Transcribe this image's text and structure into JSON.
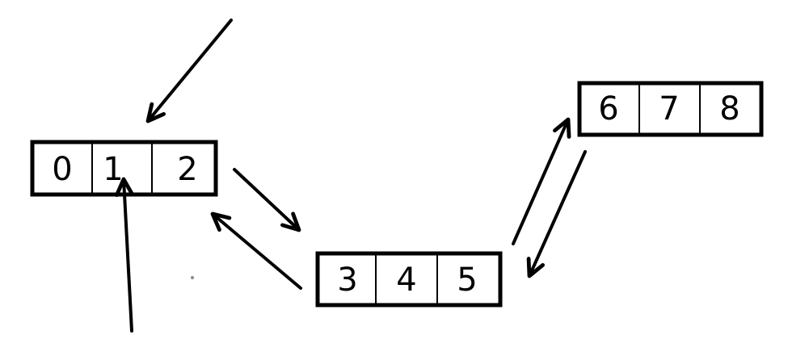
{
  "colors": {
    "background": "#ffffff",
    "ink": "#000000"
  },
  "blocks": [
    {
      "cells": [
        "0",
        "1",
        "2"
      ]
    },
    {
      "cells": [
        "3",
        "4",
        "5"
      ]
    },
    {
      "cells": [
        "6",
        "7",
        "8"
      ]
    }
  ]
}
